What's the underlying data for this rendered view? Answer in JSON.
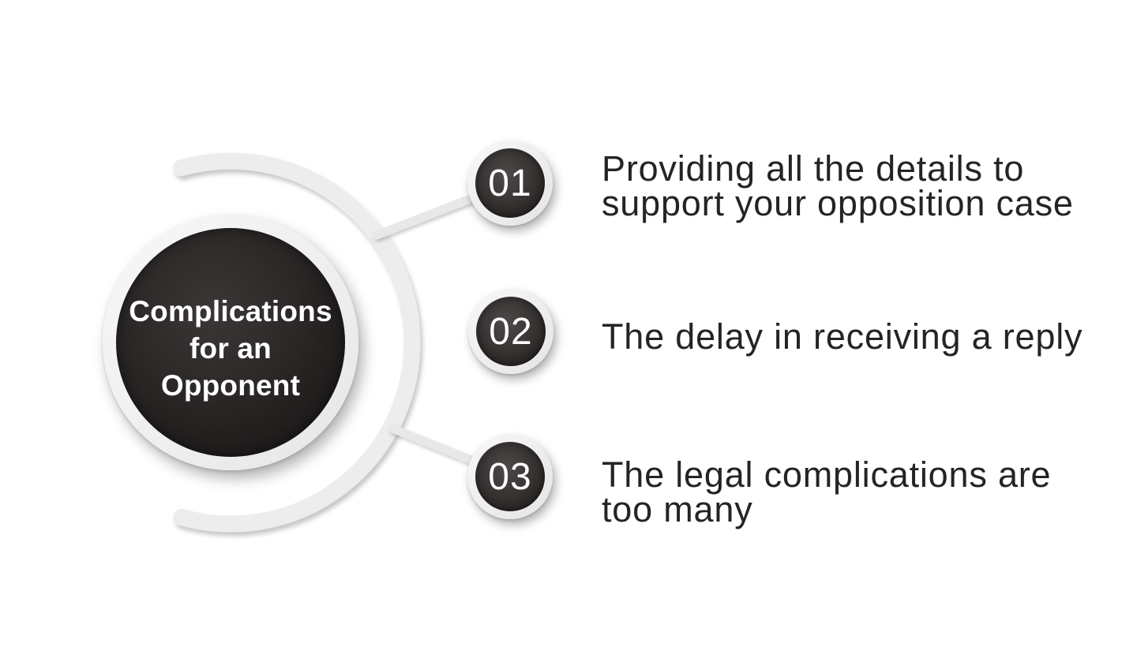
{
  "colors": {
    "background": "#ffffff",
    "arc": "#ededee",
    "connector": "#e8e8e9",
    "ring_light": "#f2f1f1",
    "node_dark": "#2b2727",
    "title_text": "#ffffff",
    "item_text": "#242424"
  },
  "center": {
    "title": "Complications\nfor an\nOpponent"
  },
  "items": [
    {
      "number": "01",
      "text": "Providing all the details to\nsupport your opposition case"
    },
    {
      "number": "02",
      "text": "The delay in receiving a reply"
    },
    {
      "number": "03",
      "text": "The legal complications are\ntoo many"
    }
  ]
}
